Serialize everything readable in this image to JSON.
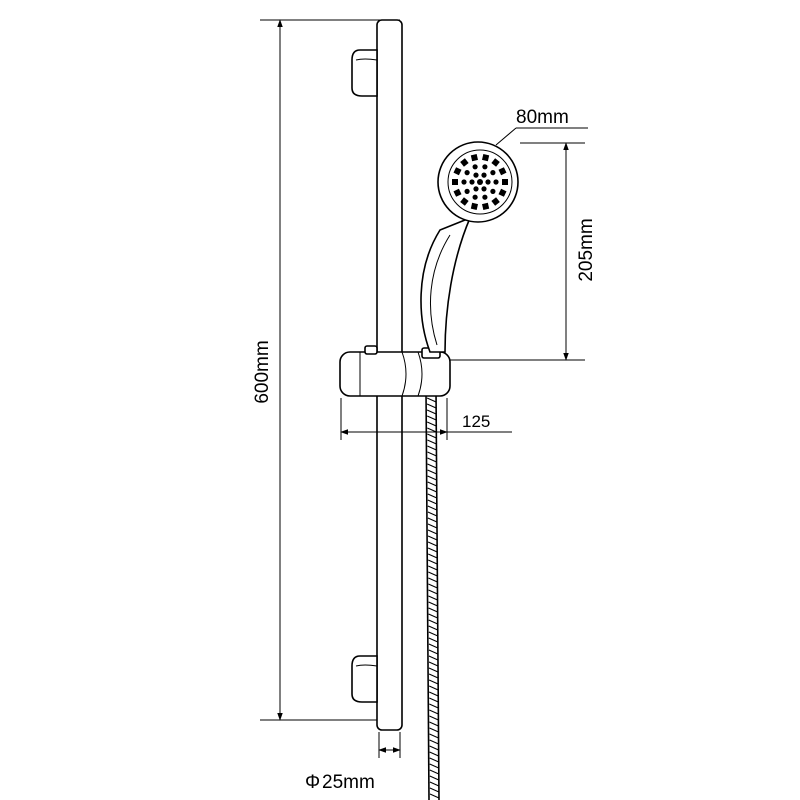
{
  "dimensions": {
    "total_height": "600mm",
    "head_diameter": "80mm",
    "handset_length": "205mm",
    "bracket_offset": "125",
    "rail_diameter": "25mm"
  }
}
